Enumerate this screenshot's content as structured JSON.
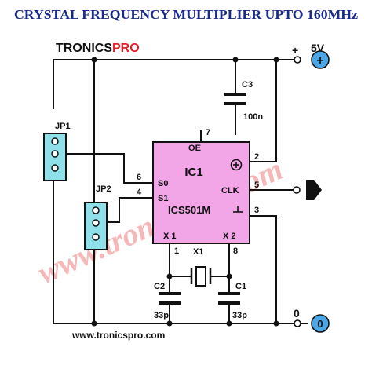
{
  "title": "CRYSTAL FREQUENCY MULTIPLIER UPTO 160MHz",
  "brand": {
    "part1": "TRONICS",
    "part2": "PRO"
  },
  "watermark": "www.tronicspro.com",
  "footer_url": "www.tronicspro.com",
  "supply": {
    "plus": "+",
    "voltage": "5V",
    "zero": "0",
    "plus_symbol": "+",
    "zero_symbol": "0"
  },
  "jumpers": {
    "jp1": "JP1",
    "jp2": "JP2"
  },
  "ic": {
    "name": "IC1",
    "part": "ICS501M",
    "oe": "OE",
    "s0": "S0",
    "s1": "S1",
    "clk": "CLK",
    "x1": "X 1",
    "x2": "X 2",
    "pins": {
      "p1": "1",
      "p2": "2",
      "p3": "3",
      "p4": "4",
      "p5": "5",
      "p6": "6",
      "p7": "7",
      "p8": "8"
    }
  },
  "components": {
    "c1": "C1",
    "c1_value": "33p",
    "c2": "C2",
    "c2_value": "33p",
    "c3": "C3",
    "c3_value": "100n",
    "crystal": "X1"
  },
  "colors": {
    "title": "#1a2a8a",
    "ic_fill": "#f2a6e8",
    "jumper_fill": "#8fe0e8",
    "terminal_fill": "#4aa7e8",
    "watermark": "#f2a0a0",
    "brand_accent": "#e0202a"
  }
}
